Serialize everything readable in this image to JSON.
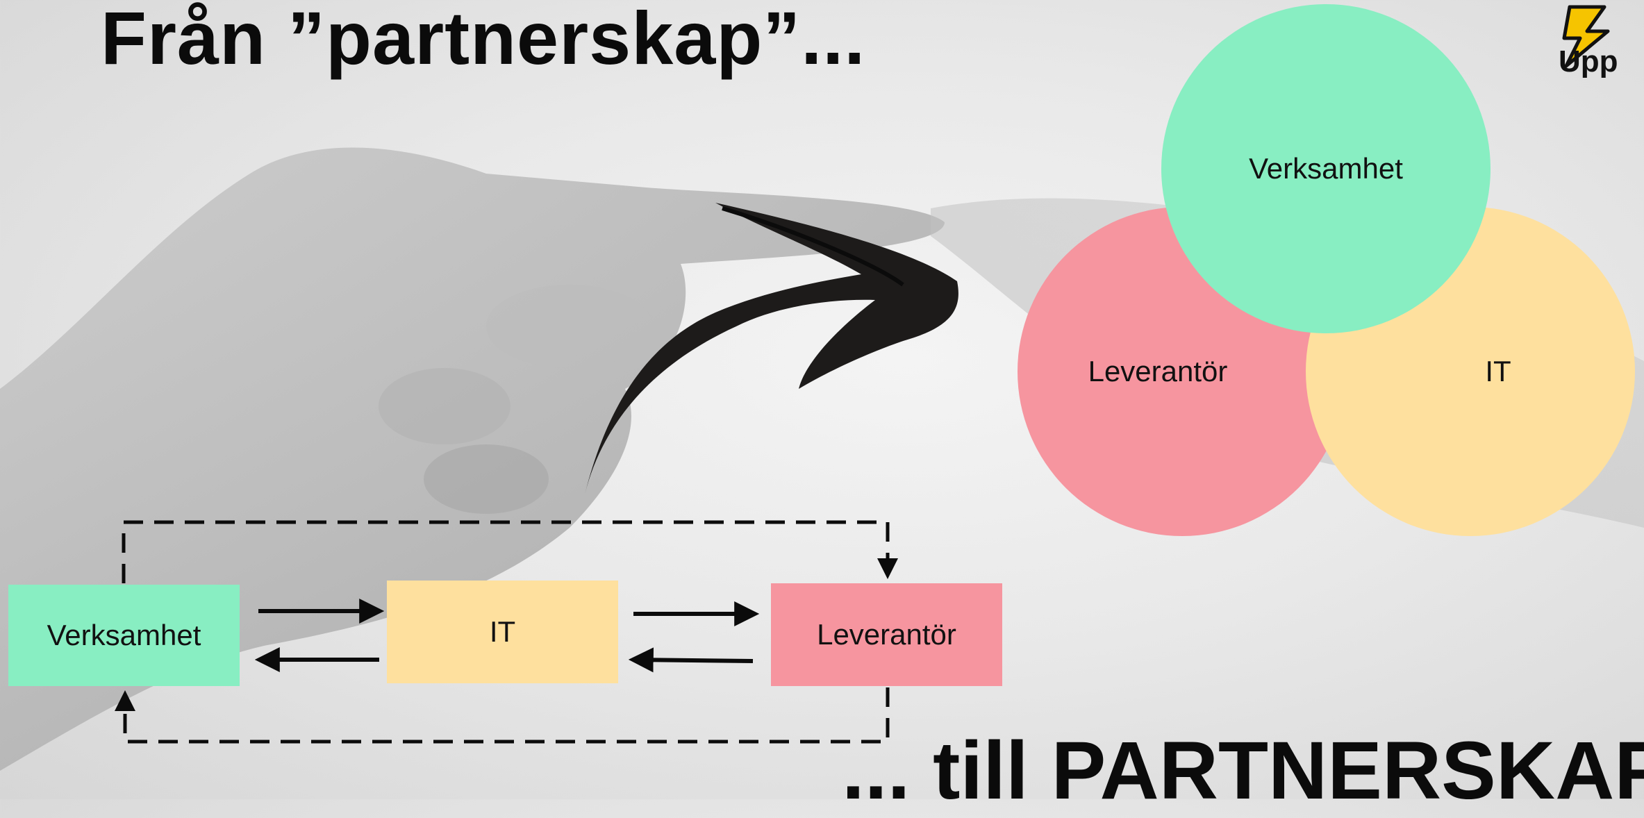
{
  "title": "Från ”partnerskap”...",
  "subtitle": "... till PARTNERSKAP!",
  "logo": {
    "text": "Upp",
    "icon": "lightning-logo-icon"
  },
  "venn": {
    "top": "Verksamhet",
    "left": "Leverantör",
    "right": "IT"
  },
  "flow": {
    "box1": "Verksamhet",
    "box2": "IT",
    "box3": "Leverantör"
  },
  "colors": {
    "green": "#88eec2",
    "yellow": "#fee09e",
    "pink": "#f6959f",
    "ink": "#0b0b0b"
  }
}
